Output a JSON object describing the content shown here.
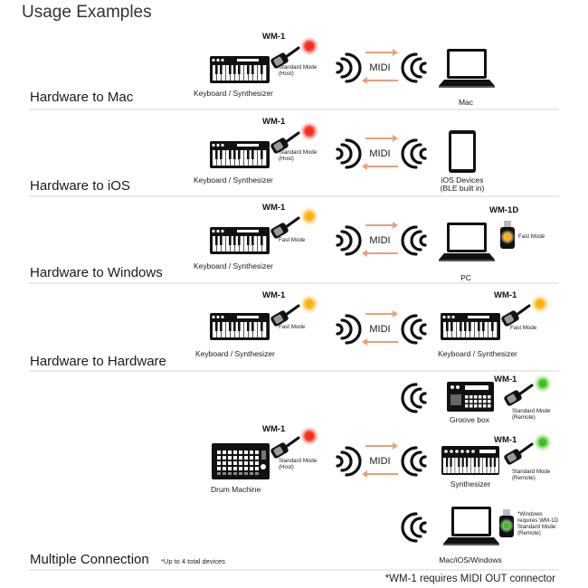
{
  "title": "Usage Examples",
  "device_wm1": "WM-1",
  "device_wm1d": "WM-1D",
  "midi": "MIDI",
  "modes": {
    "standard_host": [
      "Standard Mode",
      "(Host)"
    ],
    "standard_remote": [
      "Standard Mode",
      "(Remote)"
    ],
    "fast": "Fast Mode"
  },
  "sections": [
    {
      "label": "Hardware to Mac",
      "source": "Keyboard / Synthesizer",
      "target": [
        "Mac"
      ]
    },
    {
      "label": "Hardware to iOS",
      "source": "Keyboard / Synthesizer",
      "target": [
        "iOS Devices",
        "(BLE built in)"
      ]
    },
    {
      "label": "Hardware to Windows",
      "source": "Keyboard / Synthesizer",
      "target": [
        "PC"
      ]
    },
    {
      "label": "Hardware to Hardware",
      "source": "Keyboard / Synthesizer",
      "target": [
        "Keyboard / Synthesizer"
      ]
    },
    {
      "label": "Multiple Connection",
      "note": "*Up to 4 total devices",
      "source": "Drum  Machine",
      "targets": [
        "Groove box",
        "Synthesizer",
        "Mac/iOS/Windows"
      ]
    }
  ],
  "windows_note": [
    "*Windows",
    "requires WM-1D",
    "Standard Mode",
    "(Remote)"
  ],
  "footnote": "*WM-1 requires MIDI OUT connector",
  "colors": {
    "led_red": "#e8332a",
    "led_orange": "#f5a623",
    "led_green": "#5ec640",
    "arrow": "#e8a07a"
  }
}
